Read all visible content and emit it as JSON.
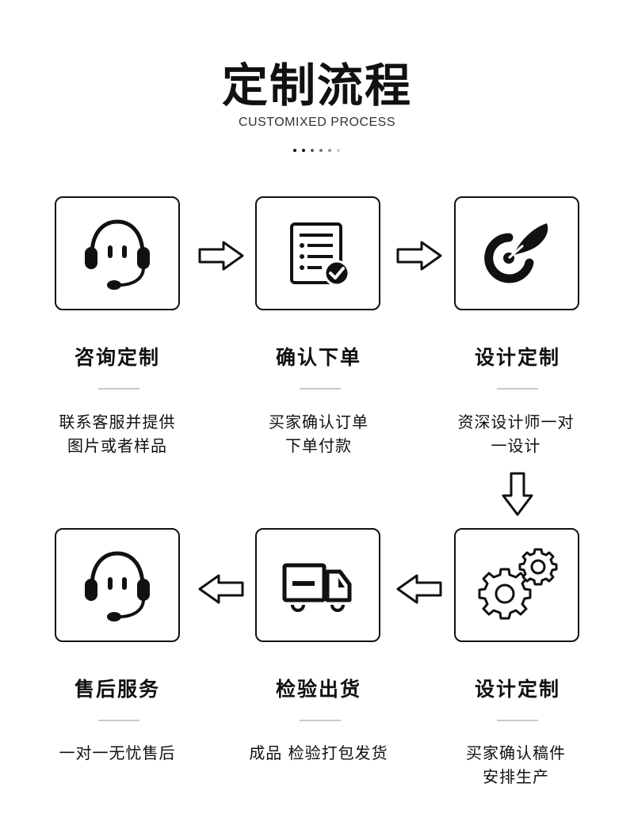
{
  "header": {
    "title": "定制流程",
    "subtitle": "CUSTOMIXED PROCESS"
  },
  "colors": {
    "text": "#111111",
    "divider": "#c8c8c8",
    "dots": [
      "#111111",
      "#111111",
      "#555555",
      "#777777",
      "#999999",
      "#cccccc"
    ]
  },
  "steps": [
    {
      "title": "咨询定制",
      "desc1": "联系客服并提供",
      "desc2": "图片或者样品",
      "icon": "headset-icon"
    },
    {
      "title": "确认下单",
      "desc1": "买家确认订单",
      "desc2": "下单付款",
      "icon": "checklist-icon"
    },
    {
      "title": "设计定制",
      "desc1": "资深设计师一对",
      "desc2": "一设计",
      "icon": "design-pen-icon"
    },
    {
      "title": "设计定制",
      "desc1": "买家确认稿件",
      "desc2": "安排生产",
      "icon": "gears-icon"
    },
    {
      "title": "检验出货",
      "desc1": "成品 检验打包发货",
      "desc2": "",
      "icon": "truck-icon"
    },
    {
      "title": "售后服务",
      "desc1": "一对一无忧售后",
      "desc2": "",
      "icon": "headset-icon"
    }
  ]
}
